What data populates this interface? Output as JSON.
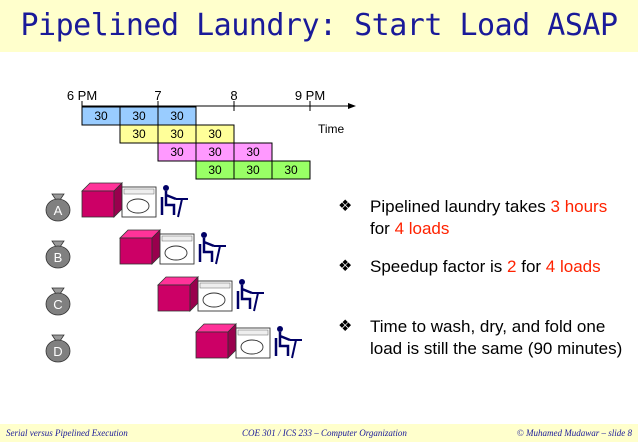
{
  "title": "Pipelined Laundry: Start Load ASAP",
  "timeline": {
    "tick_labels": [
      "6 PM",
      "7",
      "8",
      "9 PM"
    ],
    "axis_label": "Time",
    "rows": [
      {
        "cells": [
          {
            "text": "30",
            "color": "#99ccff"
          },
          {
            "text": "30",
            "color": "#99ccff"
          },
          {
            "text": "30",
            "color": "#99ccff"
          }
        ]
      },
      {
        "cells": [
          {
            "text": "30",
            "color": "#ffff99"
          },
          {
            "text": "30",
            "color": "#ffff99"
          },
          {
            "text": "30",
            "color": "#ffff99"
          }
        ]
      },
      {
        "cells": [
          {
            "text": "30",
            "color": "#ff99ff"
          },
          {
            "text": "30",
            "color": "#ff99ff"
          },
          {
            "text": "30",
            "color": "#ff99ff"
          }
        ]
      },
      {
        "cells": [
          {
            "text": "30",
            "color": "#99ff66"
          },
          {
            "text": "30",
            "color": "#99ff66"
          },
          {
            "text": "30",
            "color": "#99ff66"
          }
        ]
      }
    ]
  },
  "loads": [
    "A",
    "B",
    "C",
    "D"
  ],
  "colors": {
    "washer": "#cc0066",
    "dryer": "#ffffff",
    "bag": "#808080",
    "accent_red": "#ff2200"
  },
  "bullets": {
    "b1": {
      "t1": "Pipelined laundry takes ",
      "r1": "3 hours",
      "t2": " for ",
      "r2": "4 loads"
    },
    "b2": {
      "t1": "Speedup factor is ",
      "r1": "2",
      "t2": " for ",
      "r2": "4 loads"
    },
    "b3": {
      "t1": "Time to wash, dry, and fold one load is still the same (90 minutes)"
    }
  },
  "footer": {
    "left": "Serial versus Pipelined Execution",
    "center": "COE 301 / ICS 233 – Computer Organization",
    "right": "© Muhamed Mudawar – slide 8"
  }
}
